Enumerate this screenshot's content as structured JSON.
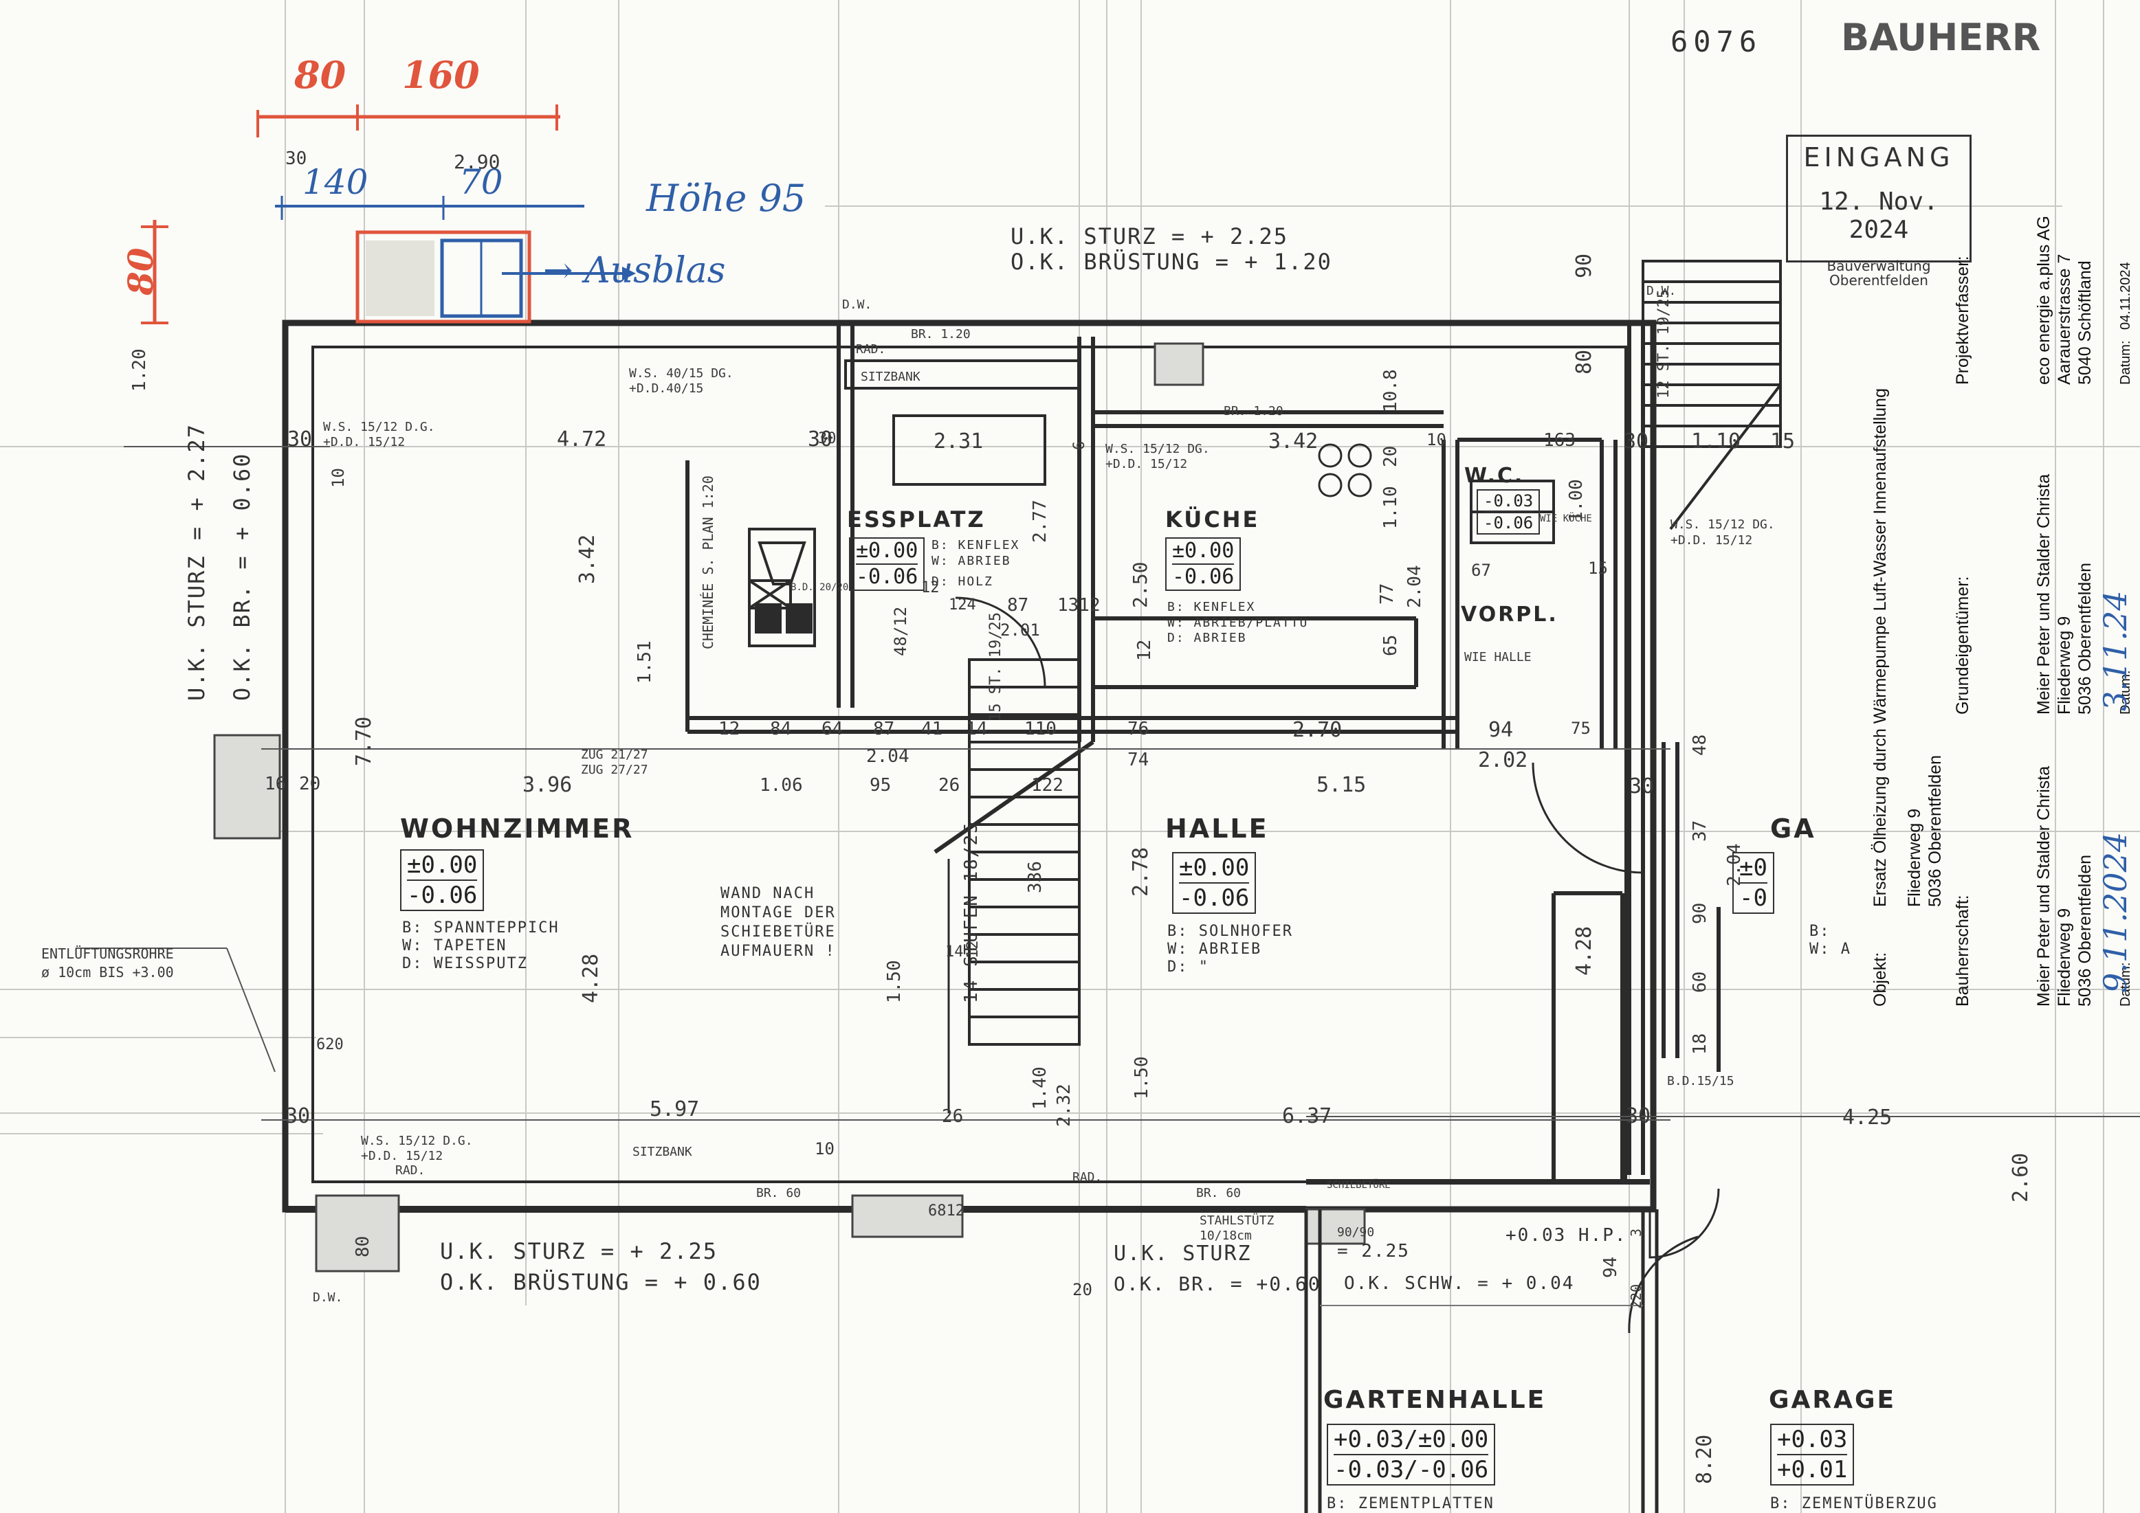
{
  "header": {
    "number": "6076",
    "owner_stamp": "BAUHERR"
  },
  "stamp": {
    "title": "EINGANG",
    "date": "12. Nov. 2024",
    "line1": "Bauverwaltung",
    "line2": "Oberentfelden"
  },
  "annotations": {
    "red_80": "80",
    "red_160": "160",
    "red_80v": "80",
    "blue_140": "140",
    "blue_70": "70",
    "hoehe": "Höhe 95",
    "ausblas": "→ Ausblas",
    "top_30": "30",
    "top_290": "2.90"
  },
  "notes": {
    "sturz_top_1": "U.K. STURZ   = + 2.25",
    "sturz_top_2": "O.K. BRÜSTUNG =  + 1.20",
    "left_sturz": "U.K. STURZ = + 2.27",
    "left_br": "O.K. BR.  = + 0.60",
    "bottom_sturz": "U.K. STURZ   = + 2.25",
    "bottom_br": "O.K. BRÜSTUNG  =  + 0.60",
    "bottom_sturz2": "U.K. STURZ",
    "bottom_br2": "O.K. BR. = +0.60",
    "schw": "O.K. SCHW. = + 0.04",
    "entlueftung1": "ENTLÜFTUNGSROHRE",
    "entlueftung2": "ø 10cm   BIS +3.00",
    "wand1": "WAND NACH",
    "wand2": "MONTAGE DER",
    "wand3": "SCHIEBETÜRE",
    "wand4": "AUFMAUERN !",
    "ws1": "W.S. 40/15 DG.",
    "ws1b": "+D.D.40/15",
    "ws2": "W.S. 15/12 D.G.",
    "ws2b": "+D.D. 15/12",
    "ws3": "W.S. 15/12 DG.",
    "ws3b": "+D.D. 15/12",
    "ws4": "W.S. 15/12 DG.",
    "ws4b": "+D.D. 15/12",
    "ws5": "W.S. 15/12 D.G.",
    "ws5b": "+D.D. 15/12",
    "zug1": "ZUG  21/27",
    "zug2": "ZUG  27/27",
    "sitzbank1": "SITZBANK",
    "sitzbank2": "SITZBANK",
    "dw1": "D.W.",
    "dw2": "D.W.",
    "dw3": "D.W.",
    "br120a": "BR. 1.20",
    "br120b": "BR. 1.20",
    "br60a": "BR. 60",
    "br60b": "BR. 60",
    "rad1": "RAD.",
    "rad2": "RAD.",
    "rad3": "RAD.",
    "stahl1": "STAHLSTÜTZ",
    "stahl2": "10/18cm",
    "schiebe": "SCHIEBETÜRE",
    "bd1": "B.D. 20/20",
    "bd2": "B.D.15/15",
    "wie_halle": "WIE HALLE",
    "wie_kuche": "WIE KÜCHE",
    "hp": "+0.03  H.P.",
    "cheminee": "CHEMINÉE S. PLAN 1:20",
    "stufen": "14 STUFEN 18/25",
    "st1": "12 ST. 19/25",
    "st2": "15 ST. 19/25",
    "w9090": "90/90",
    "w225": "= 2.25"
  },
  "rooms": [
    {
      "name": "WOHNZIMMER",
      "lvl1": "±0.00",
      "lvl2": "-0.06",
      "b": "B: SPANNTEPPICH",
      "w": "W: TAPETEN",
      "d": "D: WEISSPUTZ"
    },
    {
      "name": "ESSPLATZ",
      "lvl1": "±0.00",
      "lvl2": "-0.06",
      "b": "B: KENFLEX",
      "w": "W: ABRIEB",
      "d": "D: HOLZ"
    },
    {
      "name": "KÜCHE",
      "lvl1": "±0.00",
      "lvl2": "-0.06",
      "b": "B: KENFLEX",
      "w": "W: ABRIEB/PLATTU",
      "d": "D: ABRIEB"
    },
    {
      "name": "HALLE",
      "lvl1": "±0.00",
      "lvl2": "-0.06",
      "b": "B: SOLNHOFER",
      "w": "W: ABRIEB",
      "d": "D:      \""
    },
    {
      "name": "W.C.",
      "lvl1": "-0.03",
      "lvl2": "-0.06"
    },
    {
      "name": "VORPL."
    },
    {
      "name": "GARTENHALLE",
      "lvl1": "+0.03/±0.00",
      "lvl2": "-0.03/-0.06",
      "b": "B: ZEMENTPLATTEN"
    },
    {
      "name": "GARAGE",
      "lvl1": "+0.03",
      "lvl2": "+0.01",
      "b": "B: ZEMENTÜBERZUG"
    },
    {
      "name": "GA",
      "lvl1": "±0",
      "lvl2": "-0",
      "b": "B:",
      "w": "W: A"
    }
  ],
  "dims": {
    "d472": "4.72",
    "d231": "2.31",
    "d342a": "3.42",
    "d342b": "3.42",
    "d110": "1.10",
    "d30a": "30",
    "d30b": "30",
    "d30c": "30",
    "d15": "15",
    "d163": "163",
    "d10a": "10",
    "d10b": "10",
    "d277": "2.77",
    "d250": "2.50",
    "d110v": "1.10",
    "d204v": "2.04",
    "d77": "77",
    "d65": "65",
    "d12a": "12",
    "d124": "124",
    "d87a": "87",
    "d1312": "1312",
    "d201": "2.01",
    "d48": "48/12",
    "d151": "1.51",
    "d84": "84",
    "d64": "64",
    "d87b": "87",
    "d41": "41",
    "d12b": "12",
    "d14": "14",
    "d110b": "110",
    "d76": "76",
    "d270": "2.70",
    "d94": "94",
    "d204": "2.04",
    "d95": "95",
    "d26a": "26",
    "d122": "122",
    "d74": "74",
    "d396": "3.96",
    "d106": "1.06",
    "d515": "5.15",
    "d202": "2.02",
    "d770": "7.70",
    "d16": "16",
    "d20": "20",
    "d278": "2.78",
    "d336": "336",
    "d150a": "1.50",
    "d428a": "4.28",
    "d428b": "4.28",
    "d597": "5.97",
    "d637": "6.37",
    "d26b": "26",
    "d140": "1.40",
    "d232": "2.32",
    "d150b": "1.50",
    "d425": "4.25",
    "d260": "2.60",
    "d820": "8.20",
    "d120l": "1.20",
    "d90t": "90",
    "d80t": "80",
    "d108": "10.8",
    "d20a": "20",
    "d37": "37",
    "d90b": "90",
    "d60": "60",
    "d18": "18",
    "d204r": "2.04",
    "d48r": "48",
    "d30d": "30",
    "d620": "620",
    "d80b": "80",
    "d6812": "6812",
    "d20b": "20",
    "d10c": "10",
    "d75": "75",
    "d12c": "12",
    "d30e": "30",
    "d94b": "94",
    "d220": "220",
    "d15r": "15",
    "d3": "3",
    "d100": "1.00",
    "d67": "67",
    "d42": "14",
    "d46": "6",
    "d30f": "30",
    "d30g": "30",
    "d125": "12"
  },
  "titleblock": {
    "objekt_label": "Objekt:",
    "objekt_title": "Ersatz Ölheizung durch Wärmepumpe Luft-Wasser Innenaufstellung",
    "objekt_addr1": "Fliederweg 9",
    "objekt_addr2": "5036 Oberentfelden",
    "bauherr_label": "Bauherrschaft:",
    "bauherr_name": "Meier Peter und Stalder Christa",
    "bauherr_addr1": "Fliederweg 9",
    "bauherr_addr2": "5036 Oberentfelden",
    "grund_label": "Grundeigentümer:",
    "grund_name": "Meier Peter und Stalder Christa",
    "grund_addr1": "Fliederweg 9",
    "grund_addr2": "5036 Oberentfelden",
    "verf_label": "Projektverfasser:",
    "verf_name": "eco energie a.plus AG",
    "verf_addr1": "Aarauerstrasse 7",
    "verf_addr2": "5040 Schöftland",
    "datum_label1": "Datum:",
    "datum_label2": "Datum:",
    "datum_label3": "Datum:",
    "datum_verf": "04.11.2024",
    "sig_date1": "9.11.2024",
    "sig_date2": "3.11.24"
  },
  "colors": {
    "ink": "#2b2b2b",
    "red": "#e0553c",
    "blue": "#2f5fa8",
    "paper": "#fbfbf8"
  }
}
